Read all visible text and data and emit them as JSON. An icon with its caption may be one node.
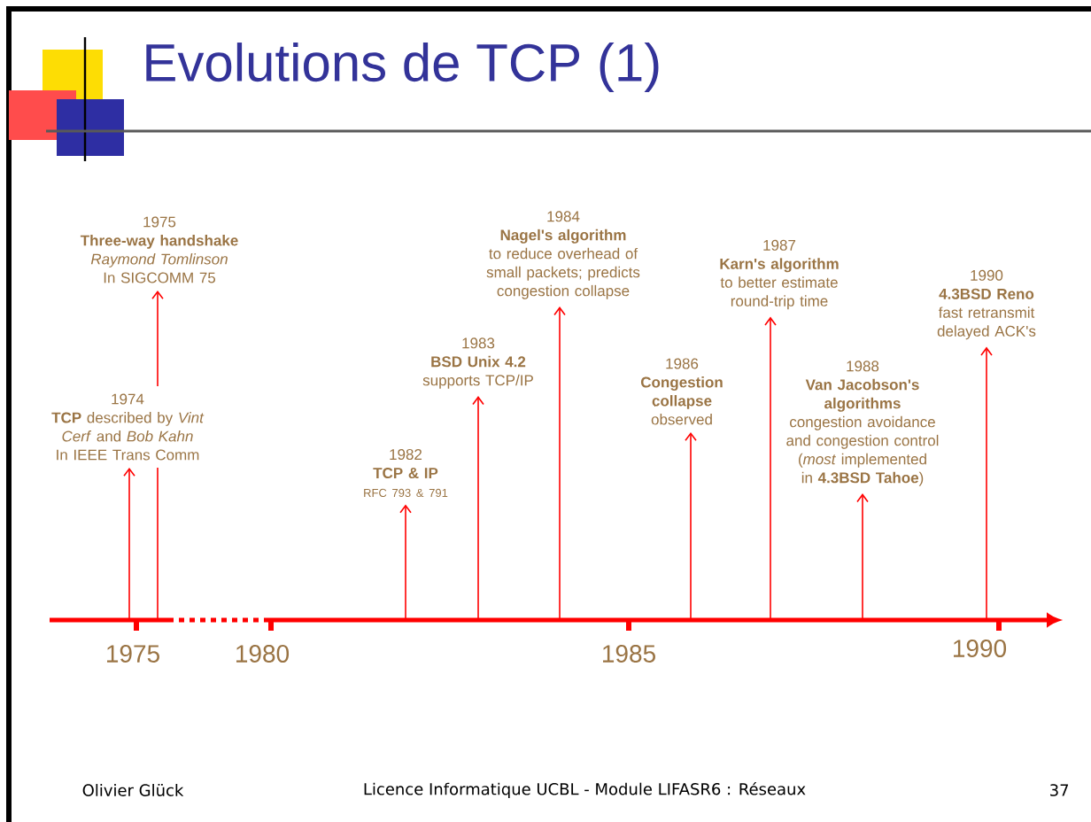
{
  "diagram": {
    "title": "Evolutions de TCP (1)",
    "nodes": [
      {
        "text": [
          "1975",
          "Three-way handshake",
          "*Raymond Tomlinson* In SIGCOMM 75"
        ]
      },
      {
        "text": [
          "1974",
          "TCP",
          "described by *Vint Cerf* and *Bob Kahn*",
          "In IEEE Trans Comm"
        ]
      },
      {
        "text": [
          "1982",
          "TCP & IP",
          "RFC 793 & 791"
        ]
      },
      {
        "text": [
          "1983",
          "BSD Unix 4.2",
          "supports TCP/IP"
        ]
      },
      {
        "text": [
          "1984",
          "Nagel's algorithm",
          "to reduce overhead of small packets; predicts congestion collapse"
        ]
      },
      {
        "text": [
          "1986",
          "Congestion collapse",
          "observed"
        ]
      },
      {
        "text": [
          "1987",
          "Karn's algorithm",
          "to better estimate round-trip time"
        ]
      },
      {
        "text": [
          "1988",
          "Van Jacobson's algorithms",
          "congestion avoidance and congestion control",
          "(*most* implemented in **4.3BSD Tahoe**)"
        ]
      },
      {
        "text": [
          "1990",
          "4.3BSD Reno",
          "fast retransmit delayed ACK's"
        ]
      }
    ],
    "edges": [
      {
        "from": null,
        "to": 0,
        "arrow": "to"
      },
      {
        "from": null,
        "to": 1,
        "arrow": "to"
      },
      {
        "from": null,
        "to": 2,
        "arrow": "to"
      },
      {
        "from": null,
        "to": 3,
        "arrow": "to"
      },
      {
        "from": null,
        "to": 4,
        "arrow": "to"
      },
      {
        "from": null,
        "to": 5,
        "arrow": "to"
      },
      {
        "from": null,
        "to": 6,
        "arrow": "to"
      },
      {
        "from": null,
        "to": 7,
        "arrow": "to"
      },
      {
        "from": null,
        "to": 8,
        "arrow": "to"
      }
    ],
    "labels": [
      "1975",
      "1980",
      "1985",
      "1990",
      "Olivier Glück",
      "Licence Informatique UCBL - Module LIFASR6 : Réseaux",
      "37"
    ]
  }
}
